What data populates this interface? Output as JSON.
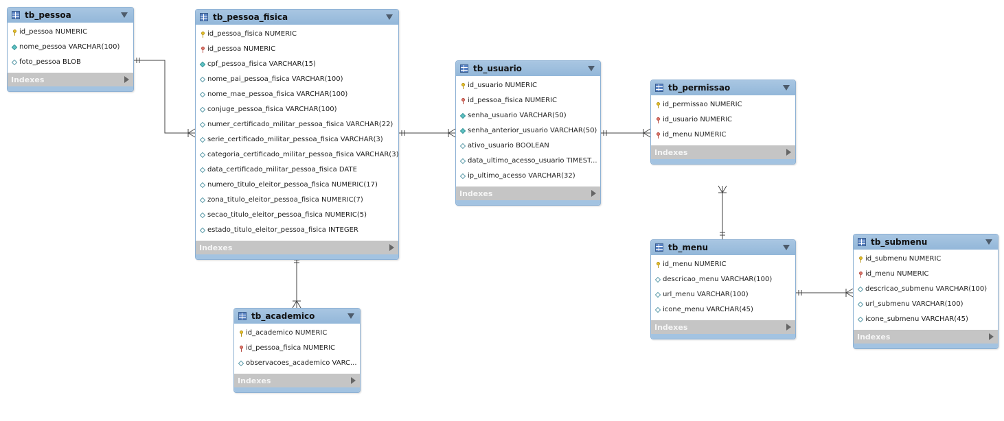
{
  "diagram": {
    "indexes_label": "Indexes",
    "colors": {
      "header": "#a3c3e1",
      "indexes_bar": "#c5c5c5",
      "primary_key": "#e6c228",
      "foreign_key": "#e07a6e",
      "not_null": "#5ec2c4",
      "connector": "#404040"
    },
    "tables": [
      {
        "name": "tb_pessoa",
        "columns": [
          {
            "label": "id_pessoa NUMERIC",
            "icon": "primary-key-icon"
          },
          {
            "label": "nome_pessoa VARCHAR(100)",
            "icon": "not-null-column-icon"
          },
          {
            "label": "foto_pessoa BLOB",
            "icon": "nullable-column-icon"
          }
        ]
      },
      {
        "name": "tb_pessoa_fisica",
        "columns": [
          {
            "label": "id_pessoa_fisica NUMERIC",
            "icon": "primary-key-icon"
          },
          {
            "label": "id_pessoa NUMERIC",
            "icon": "foreign-key-icon"
          },
          {
            "label": "cpf_pessoa_fisica VARCHAR(15)",
            "icon": "not-null-column-icon"
          },
          {
            "label": "nome_pai_pessoa_fisica VARCHAR(100)",
            "icon": "nullable-column-icon"
          },
          {
            "label": "nome_mae_pessoa_fisica VARCHAR(100)",
            "icon": "nullable-column-icon"
          },
          {
            "label": "conjuge_pessoa_fisica VARCHAR(100)",
            "icon": "nullable-column-icon"
          },
          {
            "label": "numer_certificado_militar_pessoa_fisica VARCHAR(22)",
            "icon": "nullable-column-icon"
          },
          {
            "label": "serie_certificado_militar_pessoa_fisica VARCHAR(3)",
            "icon": "nullable-column-icon"
          },
          {
            "label": "categoria_certificado_militar_pessoa_fisica VARCHAR(3)",
            "icon": "nullable-column-icon"
          },
          {
            "label": "data_certificado_militar_pessoa_fisica DATE",
            "icon": "nullable-column-icon"
          },
          {
            "label": "numero_titulo_eleitor_pessoa_fisica NUMERIC(17)",
            "icon": "nullable-column-icon"
          },
          {
            "label": "zona_titulo_eleitor_pessoa_fisica NUMERIC(7)",
            "icon": "nullable-column-icon"
          },
          {
            "label": "secao_titulo_eleitor_pessoa_fisica NUMERIC(5)",
            "icon": "nullable-column-icon"
          },
          {
            "label": "estado_titulo_eleitor_pessoa_fisica INTEGER",
            "icon": "nullable-column-icon"
          }
        ]
      },
      {
        "name": "tb_usuario",
        "columns": [
          {
            "label": "id_usuario NUMERIC",
            "icon": "primary-key-icon"
          },
          {
            "label": "id_pessoa_fisica NUMERIC",
            "icon": "foreign-key-icon"
          },
          {
            "label": "senha_usuario VARCHAR(50)",
            "icon": "not-null-column-icon"
          },
          {
            "label": "senha_anterior_usuario VARCHAR(50)",
            "icon": "not-null-column-icon"
          },
          {
            "label": "ativo_usuario BOOLEAN",
            "icon": "nullable-column-icon"
          },
          {
            "label": "data_ultimo_acesso_usuario TIMEST...",
            "icon": "nullable-column-icon"
          },
          {
            "label": "ip_ultimo_acesso VARCHAR(32)",
            "icon": "nullable-column-icon"
          }
        ]
      },
      {
        "name": "tb_permissao",
        "columns": [
          {
            "label": "id_permissao NUMERIC",
            "icon": "primary-key-icon"
          },
          {
            "label": "id_usuario NUMERIC",
            "icon": "foreign-key-icon"
          },
          {
            "label": "id_menu NUMERIC",
            "icon": "foreign-key-icon"
          }
        ]
      },
      {
        "name": "tb_menu",
        "columns": [
          {
            "label": "id_menu NUMERIC",
            "icon": "primary-key-icon"
          },
          {
            "label": "descricao_menu VARCHAR(100)",
            "icon": "nullable-column-icon"
          },
          {
            "label": "url_menu VARCHAR(100)",
            "icon": "nullable-column-icon"
          },
          {
            "label": "icone_menu VARCHAR(45)",
            "icon": "nullable-column-icon"
          }
        ]
      },
      {
        "name": "tb_submenu",
        "columns": [
          {
            "label": "id_submenu NUMERIC",
            "icon": "primary-key-icon"
          },
          {
            "label": "id_menu NUMERIC",
            "icon": "foreign-key-icon"
          },
          {
            "label": "descricao_submenu VARCHAR(100)",
            "icon": "nullable-column-icon"
          },
          {
            "label": "url_submenu VARCHAR(100)",
            "icon": "nullable-column-icon"
          },
          {
            "label": "icone_submenu VARCHAR(45)",
            "icon": "nullable-column-icon"
          }
        ]
      },
      {
        "name": "tb_academico",
        "columns": [
          {
            "label": "id_academico NUMERIC",
            "icon": "primary-key-icon"
          },
          {
            "label": "id_pessoa_fisica NUMERIC",
            "icon": "foreign-key-icon"
          },
          {
            "label": "observacoes_academico VARC...",
            "icon": "nullable-column-icon"
          }
        ]
      }
    ],
    "relationships": [
      {
        "from": "tb_pessoa",
        "to": "tb_pessoa_fisica",
        "cardinality": "one-to-many"
      },
      {
        "from": "tb_pessoa_fisica",
        "to": "tb_usuario",
        "cardinality": "one-to-many"
      },
      {
        "from": "tb_usuario",
        "to": "tb_permissao",
        "cardinality": "one-to-many"
      },
      {
        "from": "tb_menu",
        "to": "tb_permissao",
        "cardinality": "one-to-many"
      },
      {
        "from": "tb_menu",
        "to": "tb_submenu",
        "cardinality": "one-to-many"
      },
      {
        "from": "tb_pessoa_fisica",
        "to": "tb_academico",
        "cardinality": "one-to-many"
      }
    ]
  }
}
